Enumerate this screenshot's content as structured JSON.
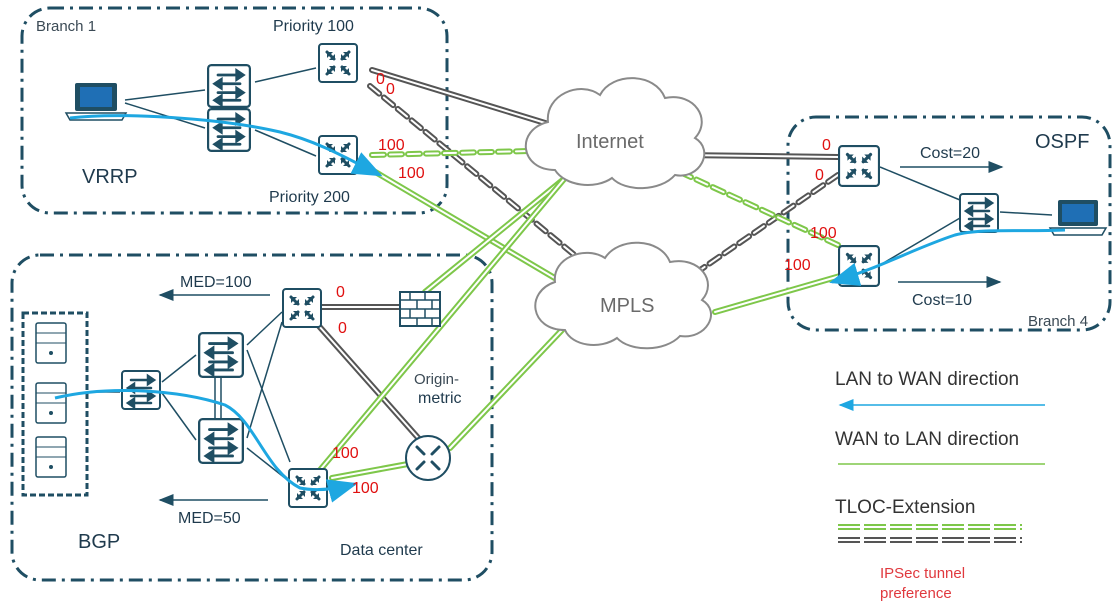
{
  "title": "Origin-metric",
  "colors": {
    "zone_border": "#1f4e63",
    "device": "#1f4e63",
    "lan_to_wan": "#1ea7e1",
    "wan_to_lan": "#7ec74a",
    "transport": "#555555",
    "preference": "#e01010"
  },
  "zones": {
    "branch1": {
      "name": "Branch 1",
      "protocol": "VRRP"
    },
    "branch4": {
      "name": "Branch 4",
      "protocol": "OSPF"
    },
    "datacenter": {
      "name": "Data center",
      "protocol": "BGP"
    }
  },
  "clouds": {
    "internet": "Internet",
    "mpls": "MPLS"
  },
  "branch1": {
    "priority_top": "Priority 100",
    "priority_bottom": "Priority 200"
  },
  "branch4": {
    "cost_top": "Cost=20",
    "cost_bottom": "Cost=10"
  },
  "datacenter": {
    "med_top": "MED=100",
    "med_bottom": "MED=50",
    "origin_line1": "Origin-",
    "origin_line2": "metric"
  },
  "preferences": {
    "b1_top_a": "0",
    "b1_top_b": "0",
    "b1_bot_a": "100",
    "b1_bot_b": "100",
    "b4_top_a": "0",
    "b4_top_b": "0",
    "b4_bot_a": "100",
    "b4_bot_b": "100",
    "dc_top_a": "0",
    "dc_top_b": "0",
    "dc_bot_a": "100",
    "dc_bot_b": "100"
  },
  "legend": {
    "lan_to_wan": "LAN to WAN direction",
    "wan_to_lan": "WAN to LAN direction",
    "tloc": "TLOC-Extension",
    "ipsec_line1": "IPSec tunnel",
    "ipsec_line2": "preference"
  },
  "icons": {
    "router": "router-icon",
    "switch": "switch-icon",
    "firewall": "firewall-icon",
    "laptop": "laptop-icon",
    "server": "server-icon",
    "cloud": "cloud-icon"
  }
}
